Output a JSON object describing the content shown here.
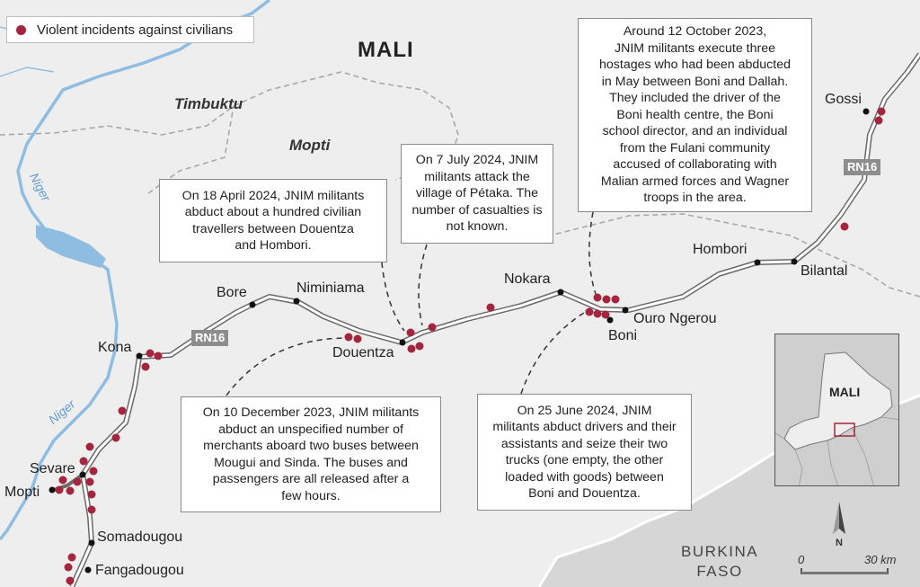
{
  "legend": {
    "label": "Violent incidents against civilians",
    "color": "#a3263e"
  },
  "colors": {
    "background": "#efeeee",
    "water": "#8fbde2",
    "road": "#6a6a6a",
    "incident": "#a3263e",
    "burkina": "#d6d6d6"
  },
  "labels": {
    "country": "MALI",
    "burkina": "BURKINA\nFASO",
    "regions": {
      "timbuktu": "Timbuktu",
      "mopti": "Mopti"
    },
    "rivers": {
      "niger_upper": "Niger",
      "niger_lower": "Niger"
    },
    "road_shield": "RN16"
  },
  "places": {
    "bore": "Bore",
    "niminiama": "Niminiama",
    "kona": "Kona",
    "douentza": "Douentza",
    "nokara": "Nokara",
    "boni": "Boni",
    "ouro_ngerou": "Ouro Ngerou",
    "hombori": "Hombori",
    "bilantal": "Bilantal",
    "gossi": "Gossi",
    "sevare": "Sevare",
    "mopti": "Mopti",
    "somadougou": "Somadougou",
    "fangadougou": "Fangadougou"
  },
  "callouts": {
    "april": "On 18 April 2024, JNIM militants\nabduct about a hundred civilian\ntravellers between Douentza\nand Hombori.",
    "july": "On 7 July 2024, JNIM\nmilitants attack the\nvillage of Pétaka. The\nnumber of casualties is\nnot known.",
    "october": "Around 12 October 2023,\nJNIM militants execute three\nhostages who had been abducted\nin May between Boni and Dallah.\nThey included the driver of the\nBoni health centre, the Boni\nschool director, and an individual\nfrom the Fulani community\naccused of collaborating with\nMalian armed forces and Wagner\ntroops in the area.",
    "december": "On 10 December 2023, JNIM militants\nabduct an unspecified number of\nmerchants aboard two buses between\nMougui and Sinda. The buses and\npassengers are all released after a\nfew hours.",
    "june": "On 25 June 2024, JNIM\nmilitants abduct drivers and their\nassistants and seize their two\ntrucks (one empty, the other\nloaded with goods) between\nBoni and Douentza."
  },
  "inset": {
    "label": "MALI"
  },
  "scale": {
    "start": "0",
    "end": "30 km"
  },
  "north": "N"
}
